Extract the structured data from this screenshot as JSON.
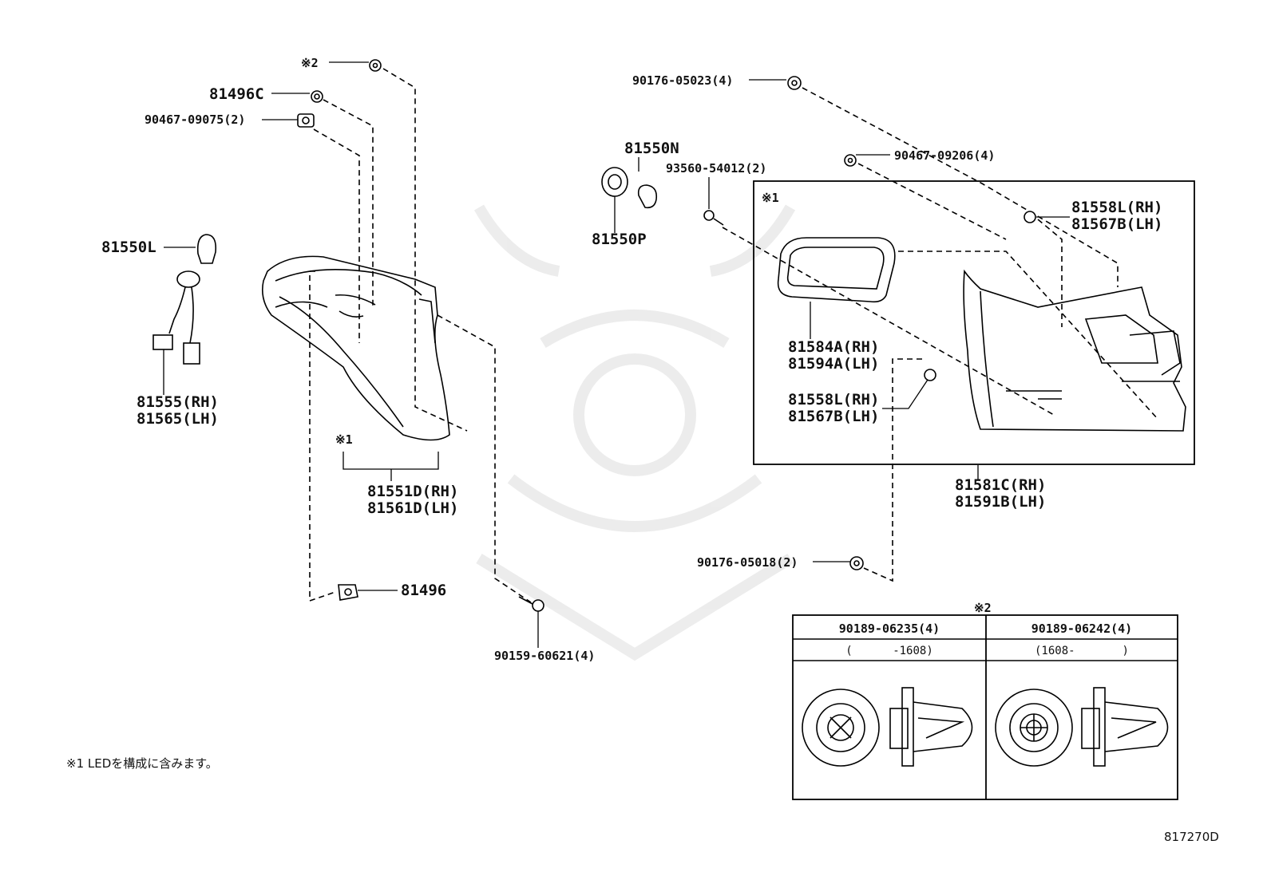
{
  "diagram": {
    "code": "817270D",
    "footnote": "※1 LEDを構成に含みます。",
    "marks": {
      "m2_top": "※2",
      "m1_left": "※1",
      "m1_right": "※1",
      "m2_table": "※2"
    },
    "labels": {
      "p81496C": "81496C",
      "p90467_09075": "90467-09075(2)",
      "p81550L": "81550L",
      "p81555": "81555(RH)",
      "p81565": "81565(LH)",
      "p81551D": "81551D(RH)",
      "p81561D": "81561D(LH)",
      "p81496": "81496",
      "p90159": "90159-60621(4)",
      "p90176_05023": "90176-05023(4)",
      "p81550N": "81550N",
      "p81550P": "81550P",
      "p93560": "93560-54012(2)",
      "p90467_09206": "90467-09206(4)",
      "p81558L_a": "81558L(RH)",
      "p81567B_a": "81567B(LH)",
      "p81584A": "81584A(RH)",
      "p81594A": "81594A(LH)",
      "p81558L_b": "81558L(RH)",
      "p81567B_b": "81567B(LH)",
      "p81581C": "81581C(RH)",
      "p81591B": "81591B(LH)",
      "p90176_05018": "90176-05018(2)"
    },
    "clip_table": {
      "columns": [
        {
          "part": "90189-06235(4)",
          "range": "(      -1608)"
        },
        {
          "part": "90189-06242(4)",
          "range": "(1608-       )"
        }
      ]
    }
  }
}
